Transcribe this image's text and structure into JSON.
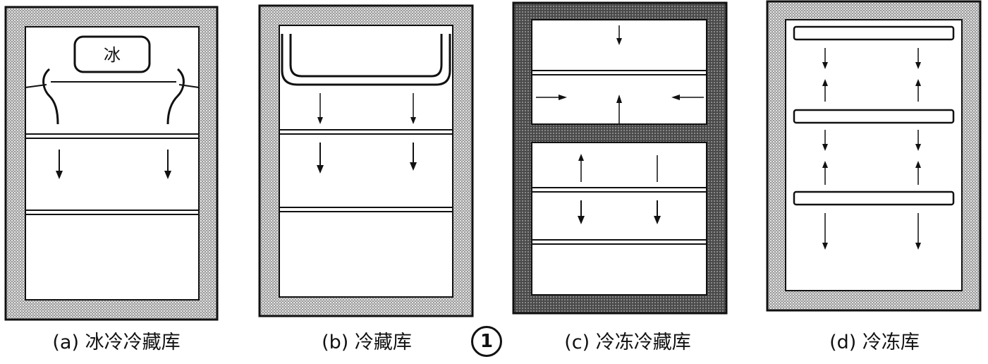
{
  "ice_label": "冰",
  "figure_number": "1",
  "captions": {
    "a": "(a) 冰冷冷藏库",
    "b": "(b) 冷藏库",
    "c": "(c) 冷冻冷藏库",
    "d": "(d) 冷冻库"
  }
}
